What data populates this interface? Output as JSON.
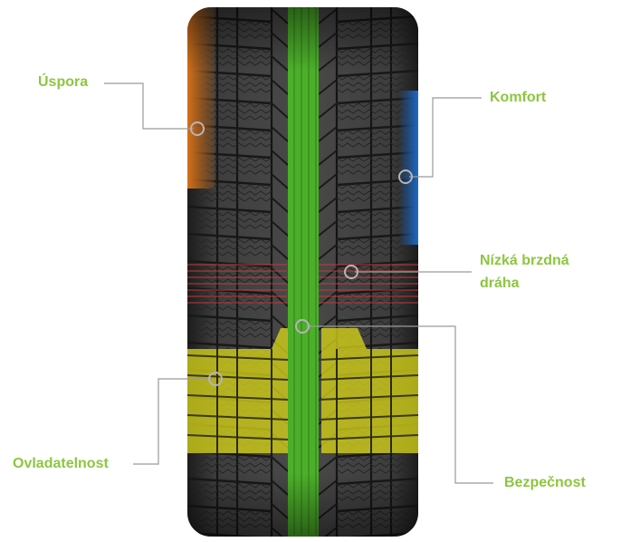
{
  "labels": {
    "uspora": "Úspora",
    "komfort": "Komfort",
    "nizka_brzdna_line1": "Nízká brzdná",
    "nizka_brzdna_line2": "dráha",
    "ovladatelnost": "Ovladatelnost",
    "bezpecnost": "Bezpečnost"
  },
  "colors": {
    "label_text": "#8cc63f",
    "leader_line": "#9a9a9a",
    "zone_uspora": "#e0761a",
    "zone_komfort": "#1e6fd0",
    "zone_nizka_brzdna_draha": "#d23a3a",
    "zone_ovladatelnost": "#d6d21a",
    "zone_bezpecnost": "#4caf2a"
  }
}
